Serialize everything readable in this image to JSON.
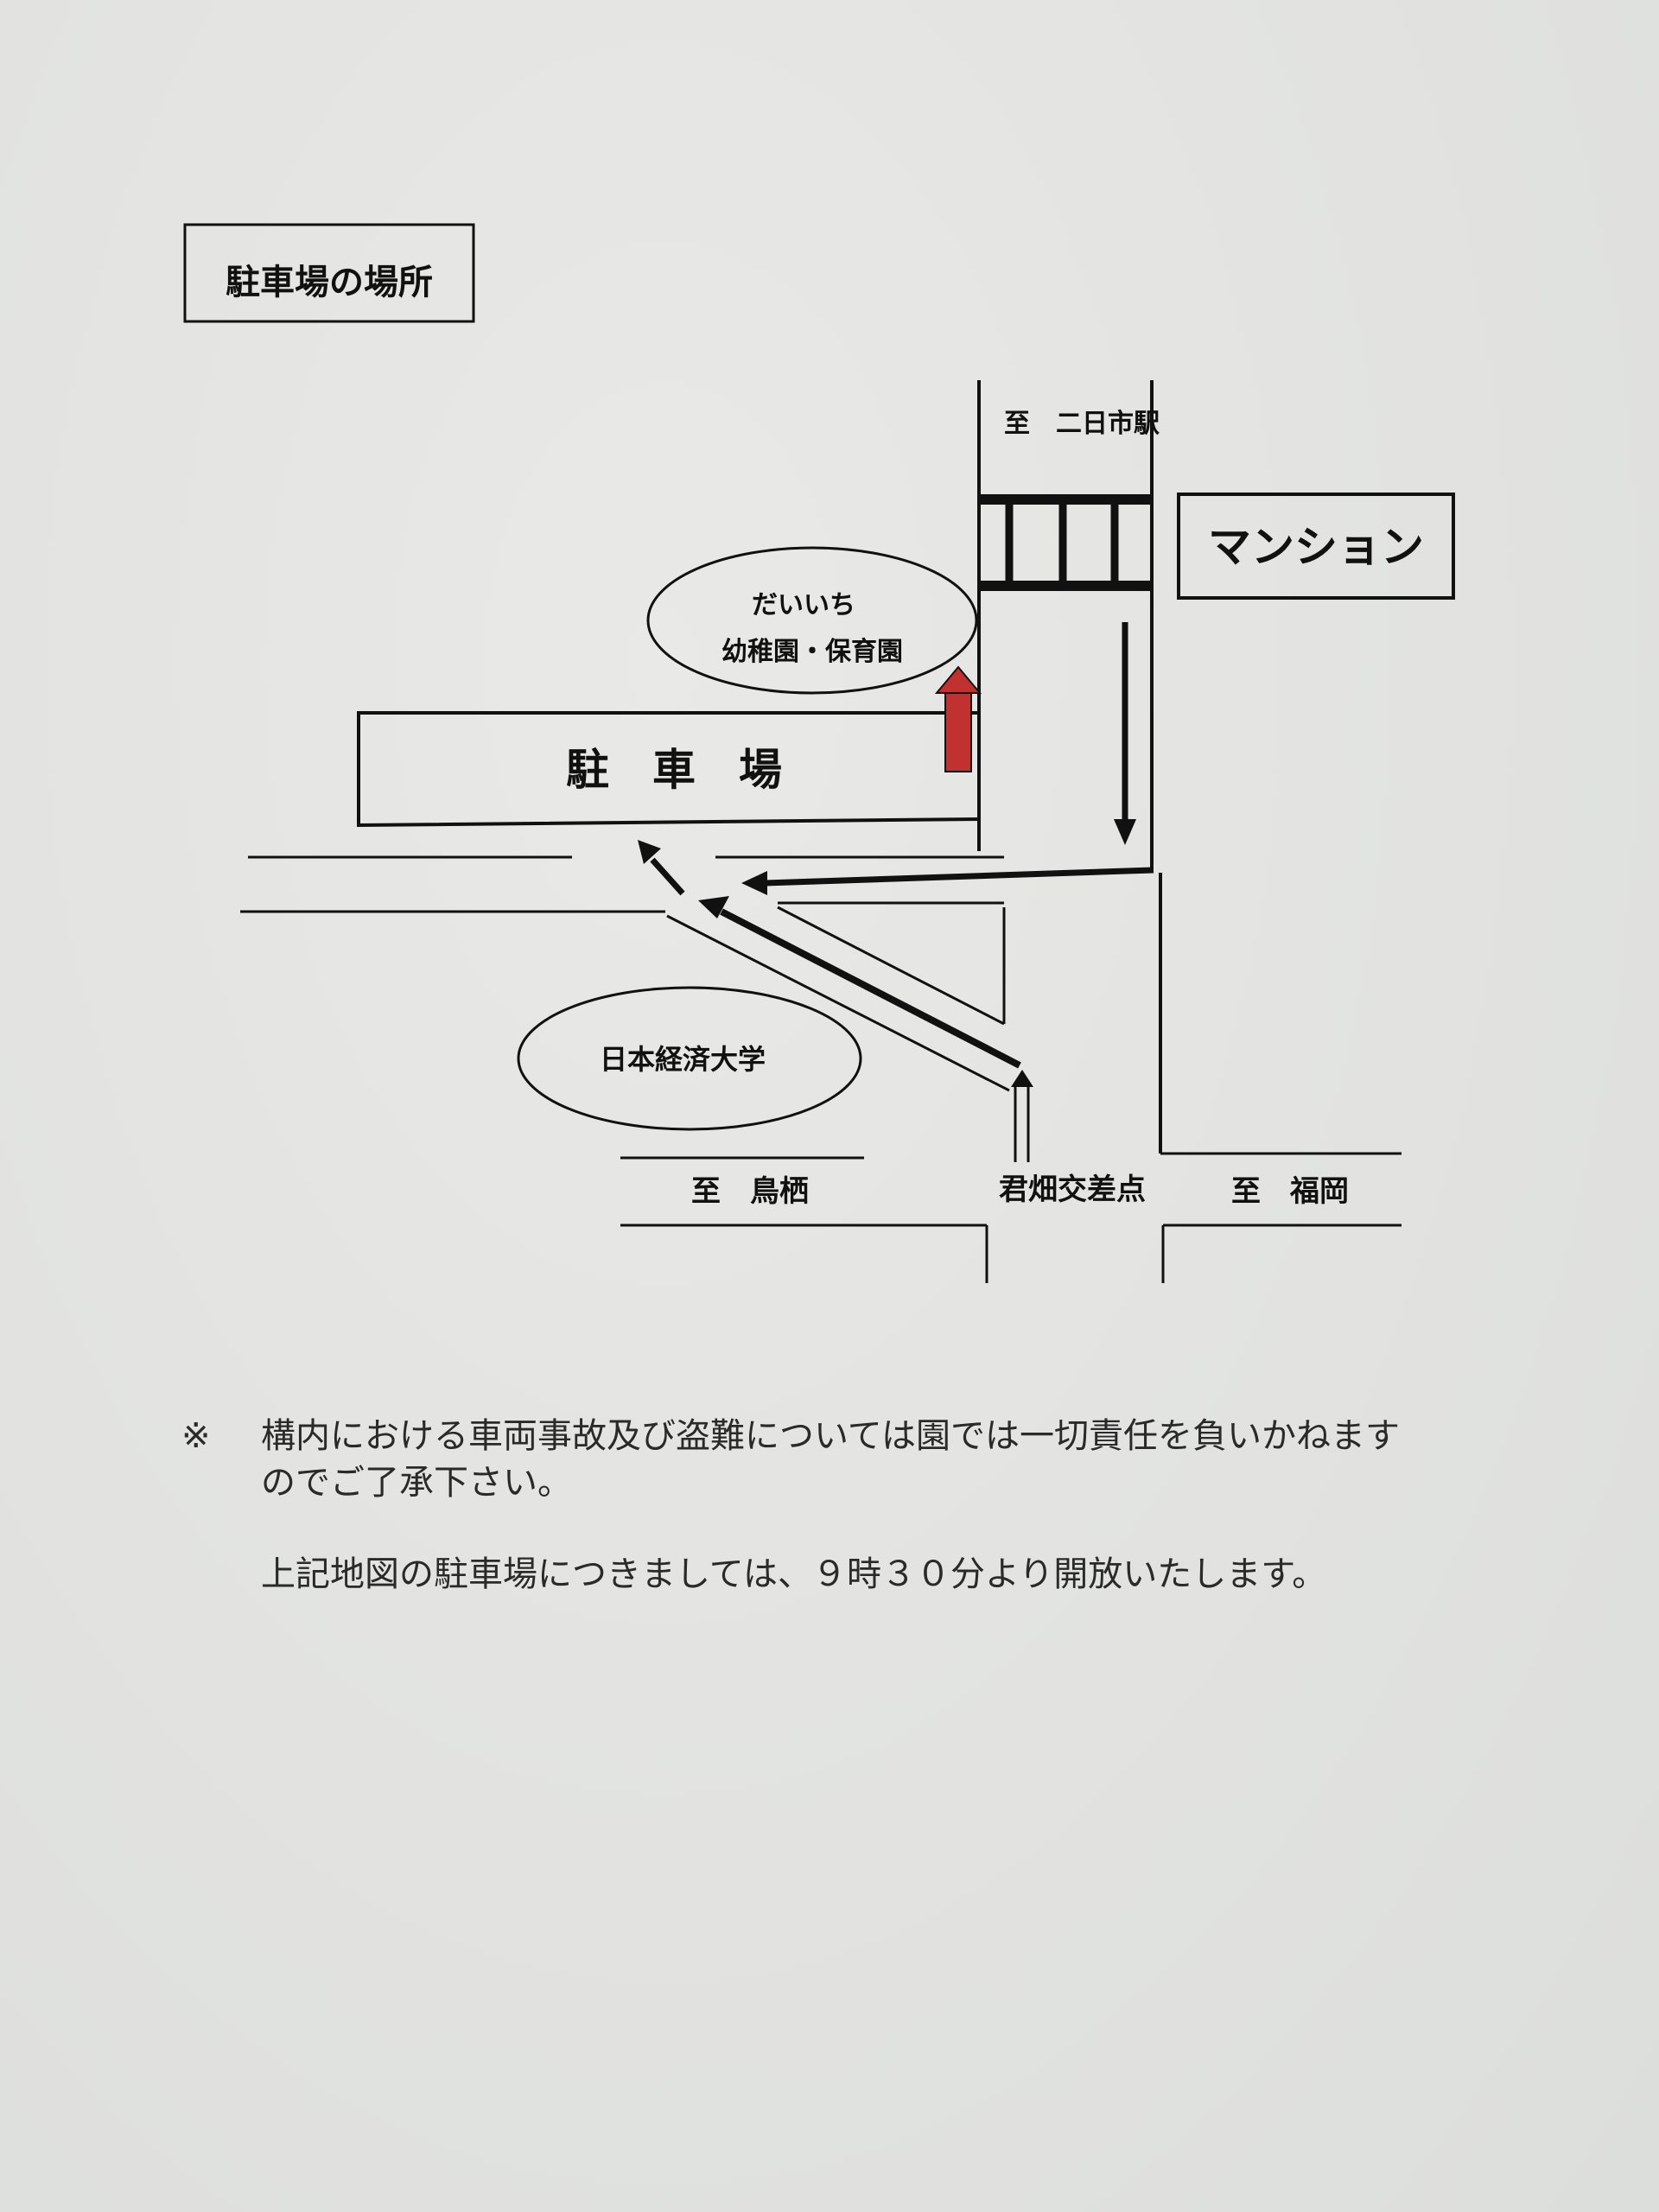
{
  "title": "駐車場の場所",
  "map": {
    "station_direction": "至　二日市駅",
    "mansion_label": "マンション",
    "kindergarten_line1": "だいいち",
    "kindergarten_line2": "幼稚園・保育園",
    "parking_label": "駐　車　場",
    "university_label": "日本経済大学",
    "tosu_direction": "至　鳥栖",
    "intersection_label": "君畑交差点",
    "fukuoka_direction": "至　福岡",
    "colors": {
      "ink": "#111111",
      "red_arrow": "#c0312f"
    }
  },
  "notes": {
    "mark": "※",
    "line1": "構内における車両事故及び盗難については園では一切責任を負いかねます",
    "line2": "のでご了承下さい。",
    "line3": "上記地図の駐車場につきましては、９時３０分より開放いたします。"
  }
}
